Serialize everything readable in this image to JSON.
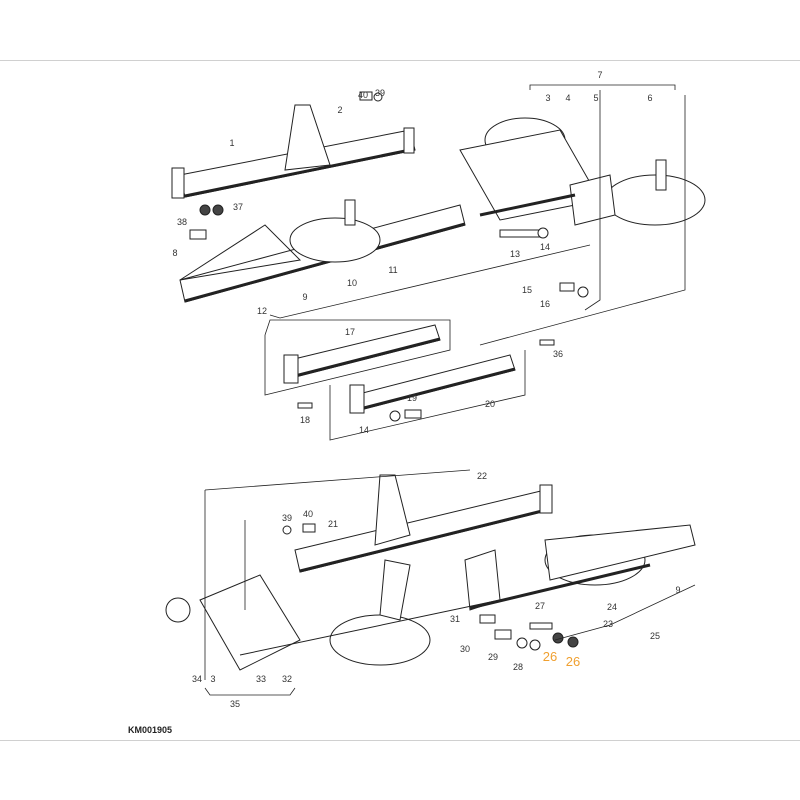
{
  "diagram": {
    "callouts": [
      {
        "text": "1"
      },
      {
        "text": "2"
      },
      {
        "text": "40"
      },
      {
        "text": "39"
      },
      {
        "text": "37"
      },
      {
        "text": "38"
      },
      {
        "text": "8"
      },
      {
        "text": "9"
      },
      {
        "text": "10"
      },
      {
        "text": "11"
      },
      {
        "text": "12"
      },
      {
        "text": "7"
      },
      {
        "text": "3"
      },
      {
        "text": "4"
      },
      {
        "text": "5"
      },
      {
        "text": "6"
      },
      {
        "text": "13"
      },
      {
        "text": "14"
      },
      {
        "text": "15"
      },
      {
        "text": "16"
      },
      {
        "text": "17"
      },
      {
        "text": "36"
      },
      {
        "text": "18"
      },
      {
        "text": "19"
      },
      {
        "text": "20"
      },
      {
        "text": "14"
      },
      {
        "text": "22"
      },
      {
        "text": "39"
      },
      {
        "text": "40"
      },
      {
        "text": "21"
      },
      {
        "text": "9"
      },
      {
        "text": "24"
      },
      {
        "text": "23"
      },
      {
        "text": "25"
      },
      {
        "text": "27"
      },
      {
        "text": "31"
      },
      {
        "text": "30"
      },
      {
        "text": "29"
      },
      {
        "text": "28"
      },
      {
        "text": "26",
        "highlight": true
      },
      {
        "text": "26",
        "highlight": true
      },
      {
        "text": "34"
      },
      {
        "text": "3"
      },
      {
        "text": "33"
      },
      {
        "text": "32"
      },
      {
        "text": "35"
      }
    ],
    "highlight_color": "#f0a030",
    "line_color": "#222222"
  },
  "caption": "KM001905"
}
